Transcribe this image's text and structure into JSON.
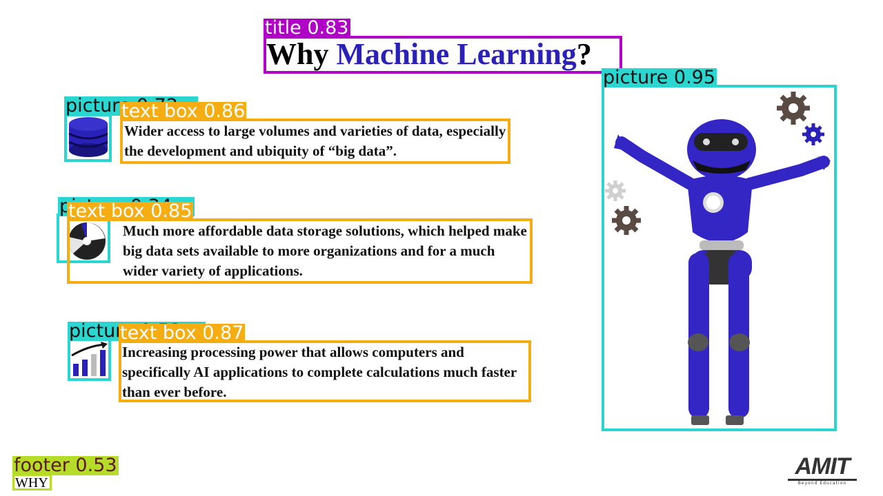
{
  "slide": {
    "title_part1": "Why ",
    "title_part2": "Machine Learning",
    "title_part3": "?",
    "points": [
      "Wider access to large volumes and varieties of data, especially the development and ubiquity of “big data”.",
      "Much more affordable data storage solutions, which helped make big data sets available to more organizations and for a much wider variety of applications.",
      "Increasing processing power that allows computers and specifically AI applications to complete calculations much faster than ever before."
    ],
    "footer": "WHY",
    "logo": {
      "text": "AMIT",
      "tagline": "Beyond Education"
    }
  },
  "detections": [
    {
      "label": "title 0.83"
    },
    {
      "label": "picture 0.95"
    },
    {
      "label": "picture 0.72"
    },
    {
      "label": "text box 0.86"
    },
    {
      "label": "picture 0.34"
    },
    {
      "label": "text box 0.85"
    },
    {
      "label": "picture 0.53"
    },
    {
      "label": "text box 0.87"
    },
    {
      "label": "footer 0.53"
    }
  ],
  "colors": {
    "title_box": "#b000c8",
    "picture_box": "#2ad6cf",
    "text_box": "#f5ad12",
    "footer_box": "#b6dc2a",
    "title_accent": "#2a22b8",
    "robot_blue": "#3326c4"
  },
  "icons": [
    "database-icon",
    "pie-chart-icon",
    "growth-chart-icon",
    "robot-illustration",
    "gear-icon",
    "amit-logo"
  ]
}
